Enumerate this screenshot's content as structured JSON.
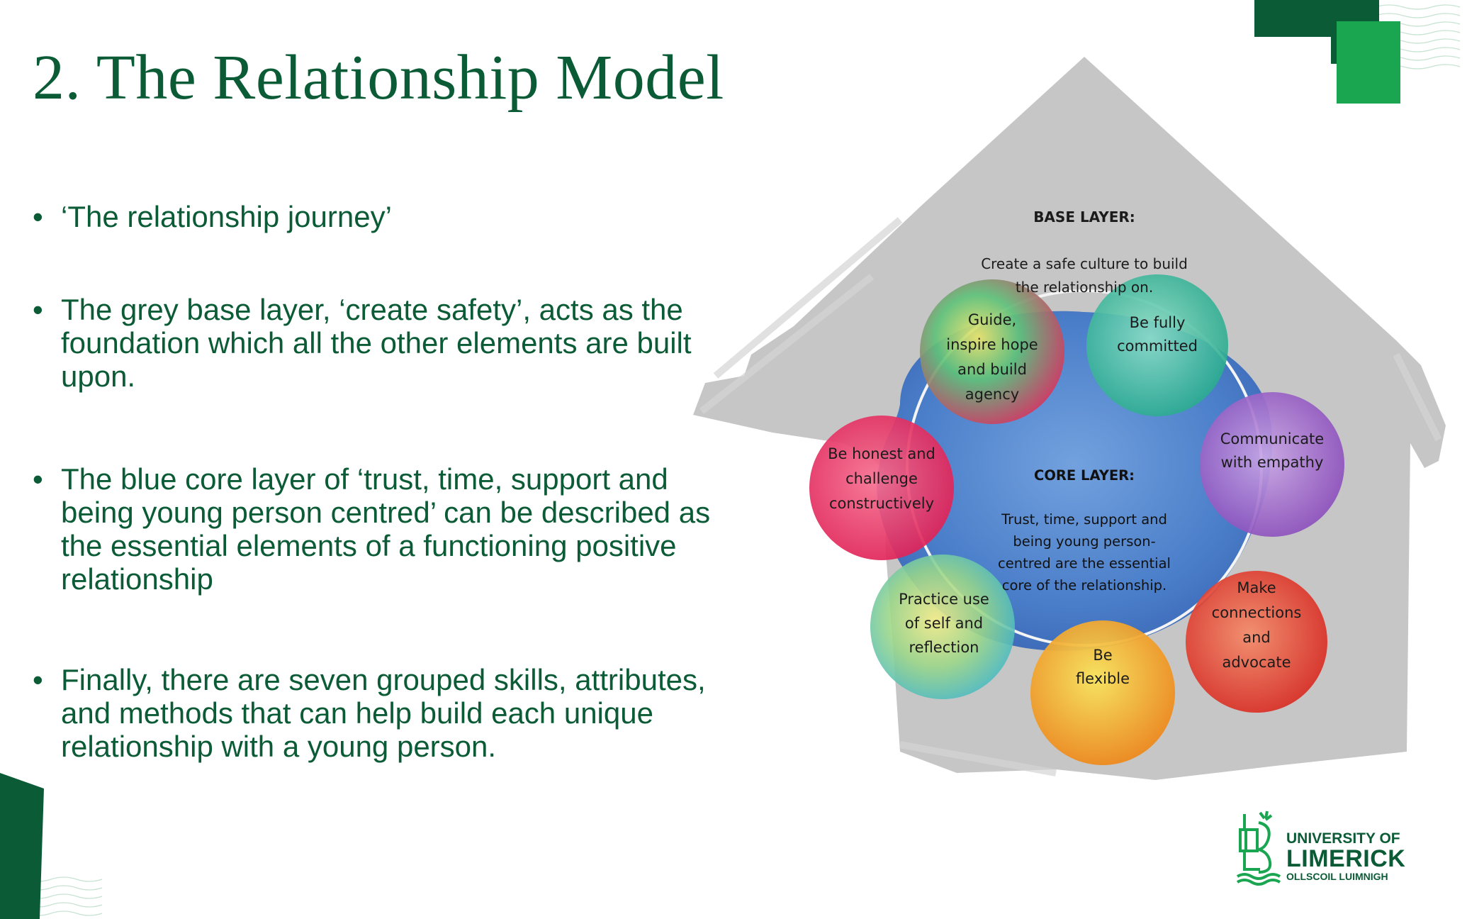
{
  "slide": {
    "title": "2. The Relationship Model",
    "bullet_glyph": "•",
    "bullets": [
      "‘The relationship journey’",
      "The grey base layer, ‘create safety’, acts as the foundation which all the other elements are built upon.",
      "The blue core layer of ‘trust, time, support and being young person centred’ can be described as the essential elements of a functioning positive relationship",
      "Finally, there are seven grouped skills, attributes, and methods that can help build each unique relationship with a young person."
    ]
  },
  "diagram": {
    "base_layer": {
      "heading": "BASE LAYER:",
      "text": "Create a safe culture to build\nthe relationship on.",
      "color": "#c8c8c8"
    },
    "core_layer": {
      "heading": "CORE LAYER:",
      "text": "Trust, time, support and\nbeing young person-\ncentred are the essential\ncore of the relationship.",
      "color": "#4a82d0"
    },
    "circles": [
      {
        "label": "Guide,\ninspire hope\nand build\nagency",
        "color": "#d6365e"
      },
      {
        "label": "Be fully\ncommitted",
        "color": "#2db89a"
      },
      {
        "label": "Communicate\nwith empathy",
        "color": "#9a5fc4"
      },
      {
        "label": "Make\nconnections\nand\nadvocate",
        "color": "#e23a2a"
      },
      {
        "label": "Be\nflexible",
        "color": "#f2a21c"
      },
      {
        "label": "Practice use\nof self and\nreflection",
        "color": "#8ed07e"
      },
      {
        "label": "Be honest and\nchallenge\nconstructively",
        "color": "#e83362"
      }
    ]
  },
  "branding": {
    "logo_line1": "UNIVERSITY OF",
    "logo_line2": "LIMERICK",
    "logo_line3": "OLLSCOIL LUIMNIGH",
    "icon": "university-crest-icon",
    "accent_dark": "#0b5c36",
    "accent_light": "#1aa551"
  }
}
